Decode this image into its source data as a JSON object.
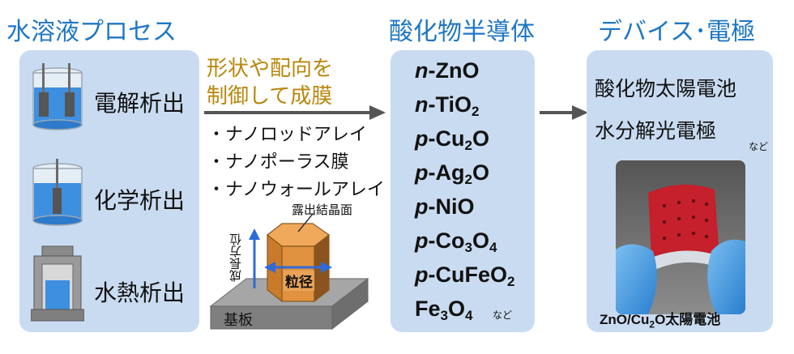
{
  "headings": {
    "process": "水溶液プロセス",
    "semiconductor": "酸化物半導体",
    "device": "デバイス･電極"
  },
  "methods": [
    "電解析出",
    "化学析出",
    "水熱析出"
  ],
  "arrow_label": [
    "形状や配向を",
    "制御して成膜"
  ],
  "morphologies": [
    "・ナノロッドアレイ",
    "・ナノポーラス膜",
    "・ナノウォールアレイ"
  ],
  "crystal": {
    "top_label": "露出結晶面",
    "growth_label": "成長方位",
    "grain_label": "粒径",
    "substrate_label": "基板"
  },
  "materials": [
    {
      "prefix": "n",
      "parts": [
        [
          "Zn",
          ""
        ],
        [
          "O",
          ""
        ]
      ]
    },
    {
      "prefix": "n",
      "parts": [
        [
          "TiO",
          "2"
        ]
      ]
    },
    {
      "prefix": "p",
      "parts": [
        [
          "Cu",
          "2"
        ],
        [
          "O",
          ""
        ]
      ]
    },
    {
      "prefix": "p",
      "parts": [
        [
          "Ag",
          "2"
        ],
        [
          "O",
          ""
        ]
      ]
    },
    {
      "prefix": "p",
      "parts": [
        [
          "NiO",
          ""
        ]
      ]
    },
    {
      "prefix": "p",
      "parts": [
        [
          "Co",
          "3"
        ],
        [
          "O",
          "4"
        ]
      ]
    },
    {
      "prefix": "p",
      "parts": [
        [
          "CuFeO",
          "2"
        ]
      ]
    },
    {
      "prefix": "",
      "parts": [
        [
          "Fe",
          "3"
        ],
        [
          "O",
          "4"
        ]
      ]
    }
  ],
  "materials_etc": "など",
  "devices": [
    "酸化物太陽電池",
    "水分解光電極"
  ],
  "devices_etc": "など",
  "photo_caption": {
    "pre": "ZnO/Cu",
    "sub": "2",
    "post": "O太陽電池"
  },
  "colors": {
    "heading": "#1f77c4",
    "panel": "#c9dbf0",
    "arrow": "#555555",
    "label_gold": "#b8860b",
    "prism": "#d98a2f",
    "substrate": "#8c8c8c"
  }
}
